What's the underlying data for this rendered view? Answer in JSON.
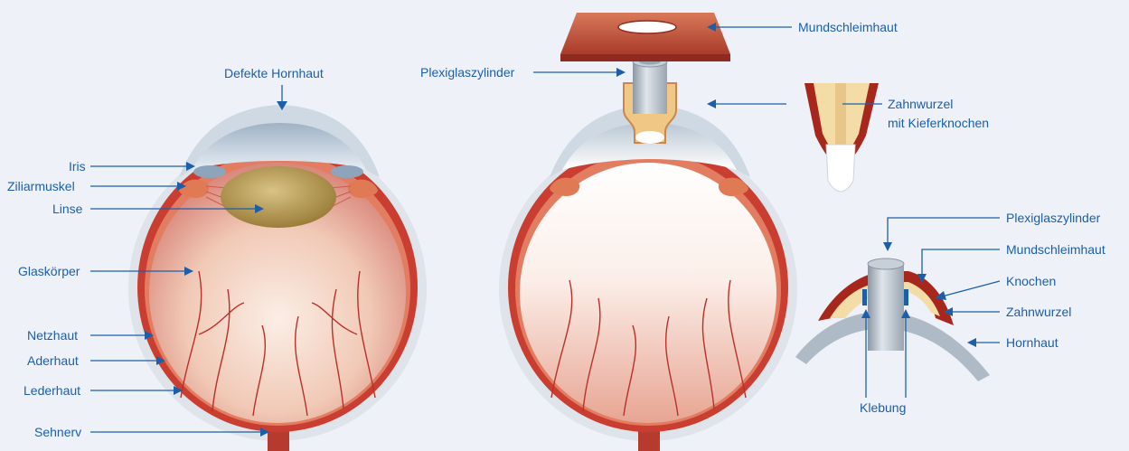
{
  "colors": {
    "background": "#eef1f8",
    "label": "#1c5fa8",
    "eye_outer": "#b52a2a",
    "cornea": "#aebfd0",
    "lens": "#b89a55",
    "muscle": "#e07a55",
    "tooth_root": "#f3dca6"
  },
  "left_eye": {
    "labels": {
      "defekte_hornhaut": "Defekte Hornhaut",
      "iris": "Iris",
      "ziliarmuskel": "Ziliarmuskel",
      "linse": "Linse",
      "glaskoerper": "Glaskörper",
      "netzhaut": "Netzhaut",
      "aderhaut": "Aderhaut",
      "lederhaut": "Lederhaut",
      "sehnerv": "Sehnerv"
    }
  },
  "right_eye": {
    "labels": {
      "mundschleimhaut": "Mundschleimhaut",
      "plexiglaszylinder": "Plexiglaszylinder",
      "zahnwurzel_line1": "Zahnwurzel",
      "zahnwurzel_line2": "mit Kieferknochen"
    }
  },
  "detail": {
    "labels": {
      "plexiglaszylinder": "Plexiglaszylinder",
      "mundschleimhaut": "Mundschleimhaut",
      "knochen": "Knochen",
      "zahnwurzel": "Zahnwurzel",
      "hornhaut": "Hornhaut",
      "klebung": "Klebung"
    }
  }
}
